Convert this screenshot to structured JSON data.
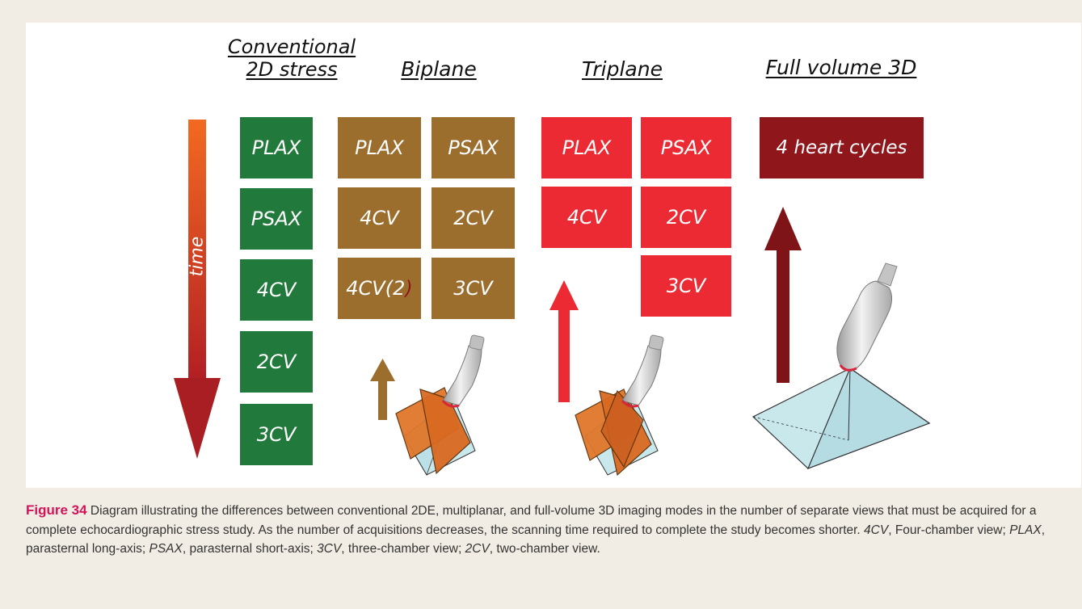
{
  "headings": {
    "conventional": "Conventional 2D stress",
    "biplane": "Biplane",
    "triplane": "Triplane",
    "full_volume": "Full volume 3D"
  },
  "time_label": "time",
  "conventional_views": [
    "PLAX",
    "PSAX",
    "4CV",
    "2CV",
    "3CV"
  ],
  "biplane_views": {
    "col1": [
      "PLAX",
      "4CV",
      "4CV(2"
    ],
    "col1_paren": ")",
    "col2": [
      "PSAX",
      "2CV",
      "3CV"
    ]
  },
  "triplane_views": {
    "col1": [
      "PLAX",
      "4CV"
    ],
    "col2": [
      "PSAX",
      "2CV",
      "3CV"
    ]
  },
  "full_volume_label": "4 heart cycles",
  "colors": {
    "conventional": "#217a3c",
    "biplane": "#9b6e2d",
    "triplane": "#ec2a33",
    "full_volume": "#8f171c",
    "figure_label": "#d4145a"
  },
  "caption": {
    "figure_label": "Figure 34",
    "text_1": " Diagram illustrating the differences between conventional 2DE, multiplanar, and full-volume 3D imaging modes in the number of separate views that must be acquired for a complete echocardiographic stress study. As the number of acquisitions decreases, the scanning time required to complete the study becomes shorter. ",
    "abbr_4cv": "4CV",
    "def_4cv": ", Four-chamber view; ",
    "abbr_plax": "PLAX",
    "def_plax": ", parasternal long-axis; ",
    "abbr_psax": "PSAX",
    "def_psax": ", parasternal short-axis; ",
    "abbr_3cv": "3CV",
    "def_3cv": ", three-chamber view; ",
    "abbr_2cv": "2CV",
    "def_2cv": ", two-chamber view."
  }
}
